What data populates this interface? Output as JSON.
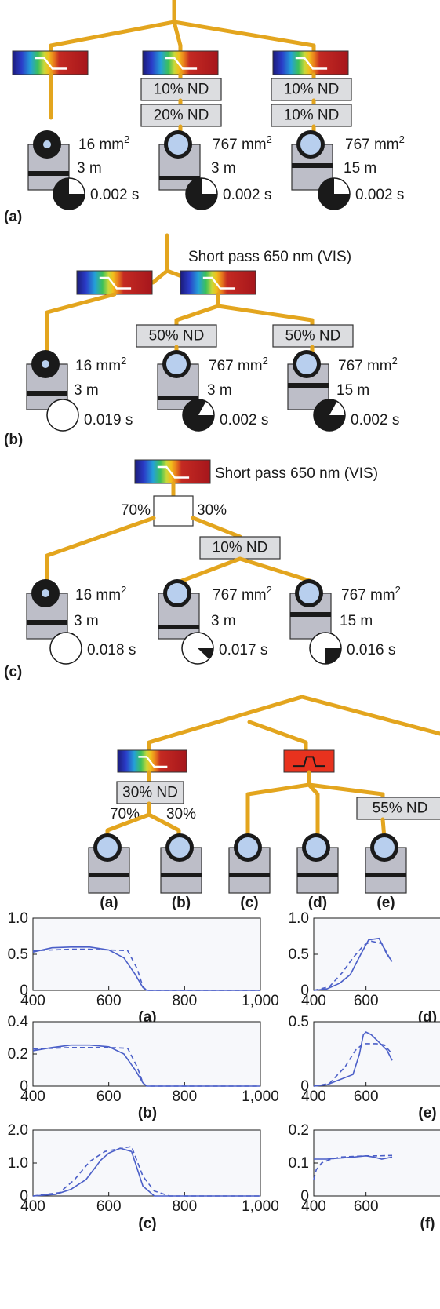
{
  "colors": {
    "branch": "#e3a51e",
    "nd_fill": "#dcdde0",
    "camera_body": "#bdbec8",
    "lens_ring": "#1a1a1a",
    "lens_glass": "#b8cfee",
    "spectrum_red": "#b41c22",
    "bandpass": "#e8321e",
    "curve_measured": "#4b5fc8",
    "curve_target": "#4b5fc8"
  },
  "icons": [
    "spectrum-filter-icon",
    "bandpass-filter-icon",
    "camera-icon",
    "lens-icon",
    "exposure-pie-icon",
    "splitter-icon"
  ],
  "panel_a": {
    "label": "(a)",
    "nd": [
      "10% ND",
      "20% ND",
      "10% ND",
      "10% ND"
    ],
    "cameras": [
      {
        "area": "16 mm",
        "dist": "3 m",
        "time": "0.002 s",
        "exposure_fill": 0.75
      },
      {
        "area": "767 mm",
        "dist": "3 m",
        "time": "0.002 s",
        "exposure_fill": 0.75
      },
      {
        "area": "767 mm",
        "dist": "15 m",
        "time": "0.002 s",
        "exposure_fill": 0.75
      }
    ],
    "sup": "2"
  },
  "panel_b": {
    "label": "(b)",
    "filter_label": "Short pass 650 nm (VIS)",
    "nd": [
      "50% ND",
      "50% ND"
    ],
    "cameras": [
      {
        "area": "16 mm",
        "dist": "3 m",
        "time": "0.019 s",
        "exposure_fill": 0.0
      },
      {
        "area": "767 mm",
        "dist": "3 m",
        "time": "0.002 s",
        "exposure_fill": 0.83
      },
      {
        "area": "767 mm",
        "dist": "15 m",
        "time": "0.002 s",
        "exposure_fill": 0.83
      }
    ],
    "sup": "2"
  },
  "panel_c": {
    "label": "(c)",
    "filter_label": "Short pass 650 nm (VIS)",
    "split_left": "70%",
    "split_right": "30%",
    "nd": [
      "10% ND"
    ],
    "cameras": [
      {
        "area": "16 mm",
        "dist": "3 m",
        "time": "0.018 s",
        "exposure_fill": 0.0
      },
      {
        "area": "767 mm",
        "dist": "3 m",
        "time": "0.017 s",
        "exposure_fill": 0.12
      },
      {
        "area": "767 mm",
        "dist": "15 m",
        "time": "0.016 s",
        "exposure_fill": 0.25
      }
    ],
    "sup": "2"
  },
  "panel_d": {
    "nd": [
      "30% ND",
      "55% ND"
    ],
    "split_left": "70%",
    "split_right": "30%",
    "camera_labels": [
      "(a)",
      "(b)",
      "(c)",
      "(d)",
      "(e)"
    ]
  },
  "chart_data": [
    {
      "type": "line",
      "label": "(a)",
      "xlim": [
        400,
        1000
      ],
      "ylim": [
        0,
        1.0
      ],
      "x_ticks": [
        "400",
        "600",
        "800",
        "1,000"
      ],
      "y_ticks": [
        "0",
        "0.5",
        "1.0"
      ],
      "series": [
        {
          "style": "solid",
          "x": [
            400,
            450,
            500,
            550,
            600,
            640,
            670,
            690,
            700,
            1000
          ],
          "y": [
            0.53,
            0.59,
            0.6,
            0.6,
            0.56,
            0.45,
            0.22,
            0.04,
            0,
            0
          ]
        },
        {
          "style": "dashed",
          "x": [
            400,
            450,
            500,
            550,
            600,
            650,
            675,
            690,
            700,
            1000
          ],
          "y": [
            0.55,
            0.56,
            0.57,
            0.57,
            0.56,
            0.55,
            0.3,
            0.05,
            0,
            0
          ]
        }
      ]
    },
    {
      "type": "line",
      "label": "(b)",
      "xlim": [
        400,
        1000
      ],
      "ylim": [
        0,
        0.4
      ],
      "x_ticks": [
        "400",
        "600",
        "800",
        "1,000"
      ],
      "y_ticks": [
        "0",
        "0.2",
        "0.4"
      ],
      "series": [
        {
          "style": "solid",
          "x": [
            400,
            450,
            500,
            550,
            600,
            640,
            670,
            690,
            700,
            1000
          ],
          "y": [
            0.22,
            0.24,
            0.255,
            0.255,
            0.245,
            0.2,
            0.1,
            0.02,
            0,
            0
          ]
        },
        {
          "style": "dashed",
          "x": [
            400,
            450,
            500,
            550,
            600,
            650,
            675,
            690,
            700,
            1000
          ],
          "y": [
            0.23,
            0.235,
            0.24,
            0.24,
            0.24,
            0.235,
            0.12,
            0.02,
            0,
            0
          ]
        }
      ]
    },
    {
      "type": "line",
      "label": "(c)",
      "xlim": [
        400,
        1000
      ],
      "ylim": [
        0,
        2.0
      ],
      "x_ticks": [
        "400",
        "600",
        "800",
        "1,000"
      ],
      "y_ticks": [
        "0",
        "1.0",
        "2.0"
      ],
      "series": [
        {
          "style": "solid",
          "x": [
            400,
            460,
            500,
            540,
            580,
            600,
            630,
            660,
            690,
            720,
            1000
          ],
          "y": [
            0,
            0.05,
            0.2,
            0.5,
            1.1,
            1.3,
            1.45,
            1.35,
            0.3,
            0,
            0
          ]
        },
        {
          "style": "dashed",
          "x": [
            400,
            470,
            510,
            550,
            590,
            620,
            660,
            690,
            720,
            760,
            1000
          ],
          "y": [
            0,
            0.1,
            0.5,
            1.05,
            1.35,
            1.42,
            1.5,
            0.6,
            0.15,
            0,
            0
          ]
        }
      ]
    },
    {
      "type": "line",
      "label": "(d)",
      "xlim": [
        400,
        1000
      ],
      "ylim": [
        0,
        1.0
      ],
      "x_ticks": [
        "400",
        "600"
      ],
      "y_ticks": [
        "0",
        "0.5",
        "1.0"
      ],
      "series": [
        {
          "style": "solid",
          "x": [
            400,
            450,
            500,
            540,
            580,
            610,
            650,
            680,
            700
          ],
          "y": [
            0,
            0.02,
            0.1,
            0.22,
            0.5,
            0.7,
            0.72,
            0.5,
            0.4
          ]
        },
        {
          "style": "dashed",
          "x": [
            400,
            460,
            510,
            550,
            590,
            620,
            660,
            690,
            700
          ],
          "y": [
            0,
            0.05,
            0.25,
            0.45,
            0.62,
            0.68,
            0.65,
            0.45,
            0.4
          ]
        }
      ]
    },
    {
      "type": "line",
      "label": "(e)",
      "xlim": [
        400,
        1000
      ],
      "ylim": [
        0,
        0.5
      ],
      "x_ticks": [
        "400",
        "600"
      ],
      "y_ticks": [
        "0",
        "0.5"
      ],
      "series": [
        {
          "style": "solid",
          "x": [
            400,
            450,
            500,
            550,
            575,
            590,
            600,
            620,
            650,
            680,
            700
          ],
          "y": [
            0,
            0.01,
            0.05,
            0.09,
            0.25,
            0.4,
            0.42,
            0.4,
            0.34,
            0.28,
            0.2
          ]
        },
        {
          "style": "dashed",
          "x": [
            400,
            460,
            520,
            560,
            590,
            610,
            640,
            670,
            700
          ],
          "y": [
            0,
            0.02,
            0.15,
            0.28,
            0.33,
            0.33,
            0.33,
            0.32,
            0.25
          ]
        }
      ]
    },
    {
      "type": "line",
      "label": "(f)",
      "xlim": [
        400,
        1000
      ],
      "ylim": [
        0,
        0.2
      ],
      "x_ticks": [
        "400",
        "600"
      ],
      "y_ticks": [
        "0",
        "0.1",
        "0.2"
      ],
      "series": [
        {
          "style": "solid",
          "x": [
            400,
            450,
            500,
            550,
            600,
            630,
            660,
            700
          ],
          "y": [
            0.112,
            0.112,
            0.115,
            0.118,
            0.122,
            0.118,
            0.112,
            0.118
          ]
        },
        {
          "style": "dashed",
          "x": [
            400,
            410,
            430,
            460,
            500,
            550,
            600,
            650,
            700
          ],
          "y": [
            0.05,
            0.08,
            0.1,
            0.11,
            0.118,
            0.12,
            0.122,
            0.122,
            0.123
          ]
        }
      ]
    }
  ]
}
